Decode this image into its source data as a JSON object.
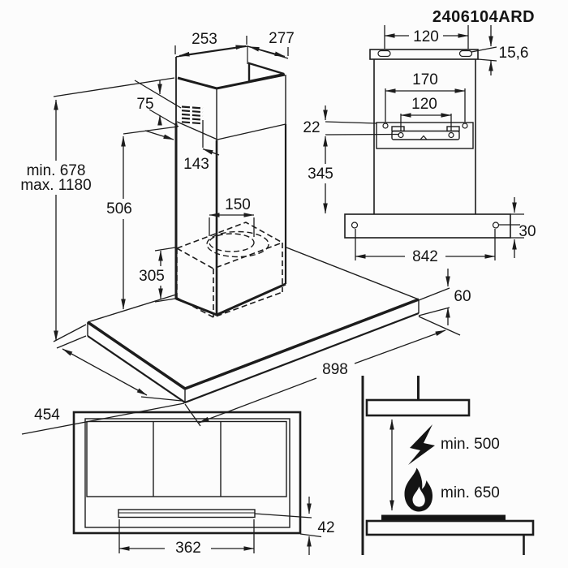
{
  "page": {
    "model_number": "2406104ARD",
    "background": "#fcfcfc",
    "line_color": "#1c1c1c",
    "text_color": "#141414"
  },
  "perspective_view": {
    "chimney_top_depth": "253",
    "chimney_top_width": "277",
    "grille_height": "75",
    "upper_section_height": "143",
    "lower_section_height": "506",
    "duct_diameter": "150",
    "motor_box_height": "305",
    "total_height_min": "min. 678",
    "total_height_max": "max. 1180",
    "canopy_depth": "454",
    "canopy_width": "898",
    "canopy_thickness": "60"
  },
  "rear_view": {
    "slot_spacing": "120",
    "slot_offset": "15,6",
    "wall_hole_spacing": "170",
    "bracket_hole_spacing": "120",
    "bracket_top_offset": "22",
    "bracket_to_canopy": "345",
    "canopy_hole_spacing": "842",
    "canopy_plate_thickness": "30"
  },
  "bottom_view": {
    "control_panel_width": "362",
    "front_trim_height": "42"
  },
  "clearance_view": {
    "electric_hob_clearance": "min. 500",
    "gas_hob_clearance": "min. 650",
    "icons": [
      "lightning-icon",
      "flame-icon"
    ]
  }
}
